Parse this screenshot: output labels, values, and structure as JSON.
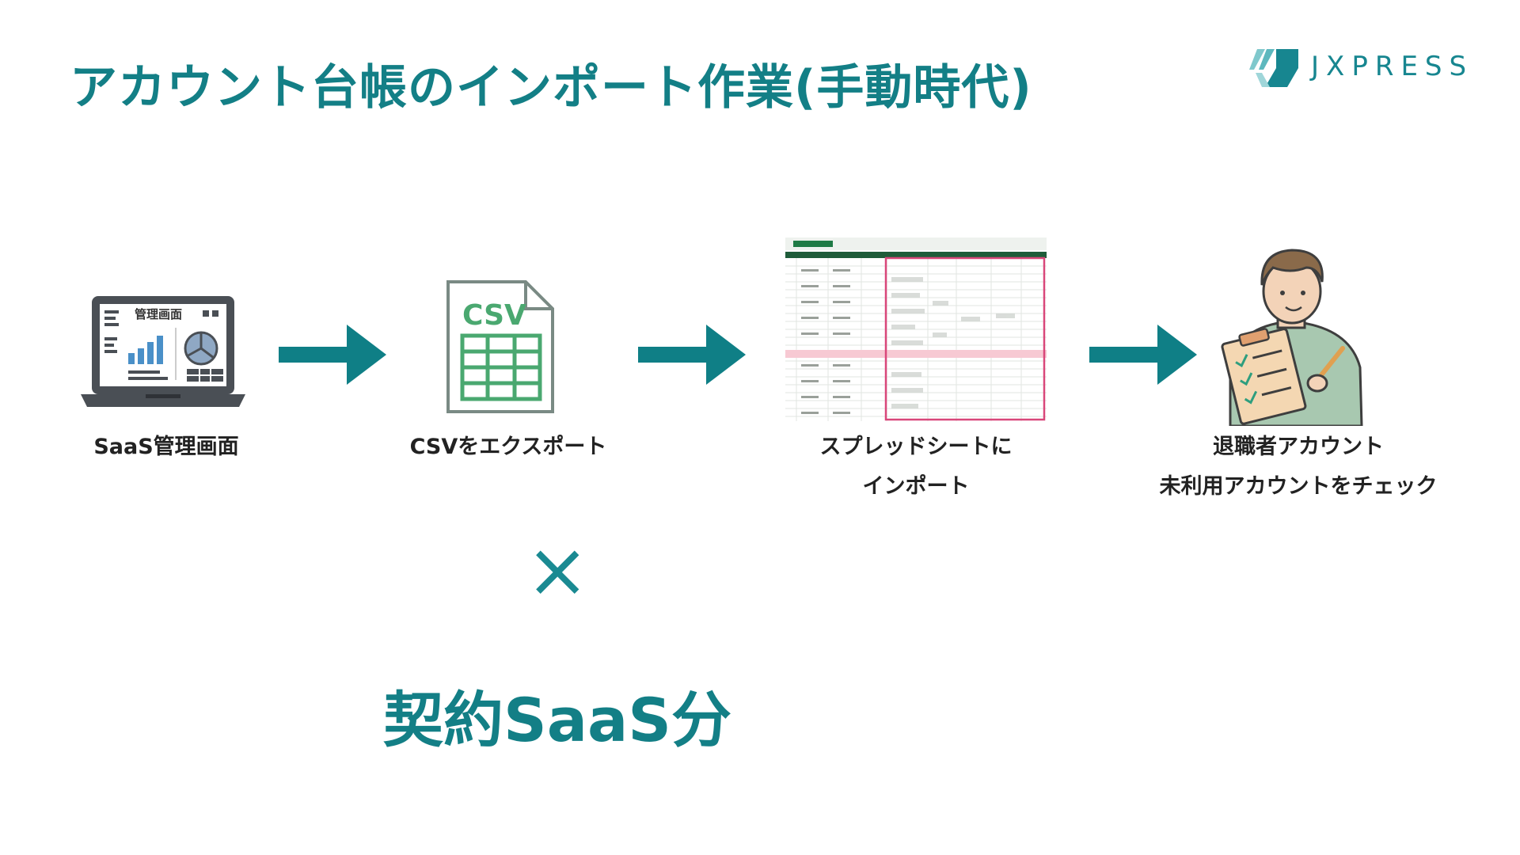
{
  "title": "アカウント台帳のインポート作業(手動時代)",
  "logo": {
    "text": "JXPRESS",
    "icon": "jxpress-logo-icon"
  },
  "steps": [
    {
      "caption": "SaaS管理画面",
      "icon": "laptop-dashboard-icon",
      "screen_label": "管理画面"
    },
    {
      "caption": "CSVをエクスポート",
      "icon": "csv-file-icon",
      "file_label": "CSV"
    },
    {
      "caption_line1": "スプレッドシートに",
      "caption_line2": "インポート",
      "icon": "spreadsheet-screenshot"
    },
    {
      "caption_line1": "退職者アカウント",
      "caption_line2": "未利用アカウントをチェック",
      "icon": "person-checklist-icon"
    }
  ],
  "multiplier": "×",
  "multiplier_target": "契約SaaS分",
  "colors": {
    "accent": "#137f86",
    "arrow": "#0f7f86",
    "highlight_border": "#d9477a",
    "highlight_row": "#f7c9d3"
  }
}
